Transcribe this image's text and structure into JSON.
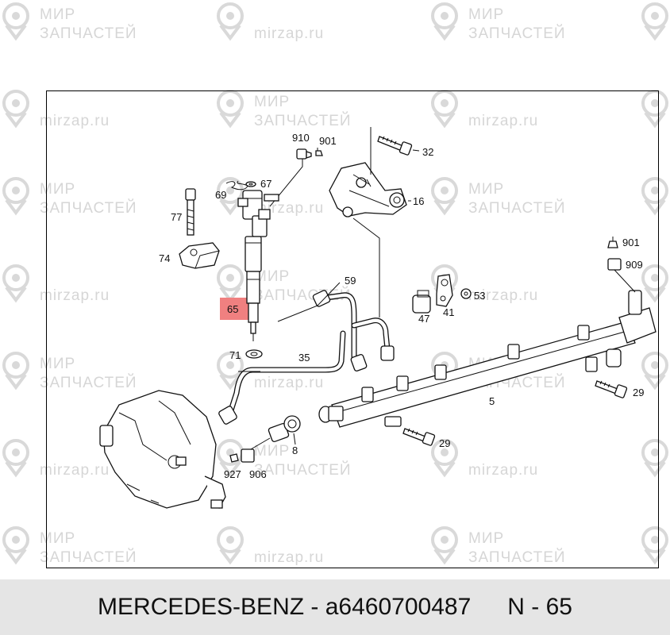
{
  "watermark": {
    "line1": "МИР",
    "line2": "ЗАПЧАСТЕЙ",
    "site": "mirzap.ru"
  },
  "diagram": {
    "highlight_color": "#f08080",
    "labels": {
      "p32": "32",
      "p910": "910",
      "p901a": "901",
      "p67": "67",
      "p69": "69",
      "p16": "16",
      "p77": "77",
      "p901b": "901",
      "p909": "909",
      "p74": "74",
      "p59": "59",
      "p53": "53",
      "p65": "65",
      "p47": "47",
      "p41": "41",
      "p71": "71",
      "p35": "35",
      "p5": "5",
      "p29a": "29",
      "p29b": "29",
      "p8": "8",
      "p927": "927",
      "p906": "906"
    }
  },
  "footer": {
    "brand": "MERCEDES-BENZ",
    "sep": " - ",
    "part_number": "a6460700487",
    "position": "N - 65"
  }
}
